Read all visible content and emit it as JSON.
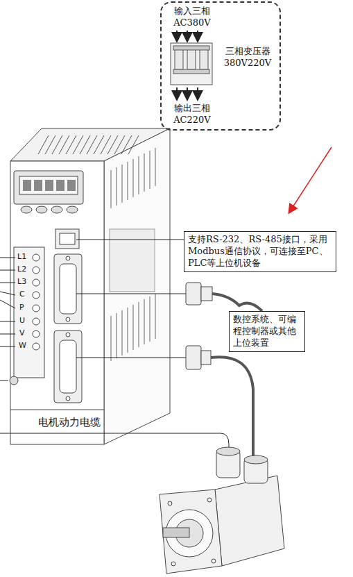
{
  "diagram": {
    "nodes": [
      {
        "text": [
          "输入三相 AC380V",
          "三相变压器 380V220V",
          "输出三相 AC220V"
        ]
      },
      {
        "text": [
          "支持RS-232、RS-485接口，采用Modbus通信协议，可连接至PC、PLC等上位机设备"
        ]
      },
      {
        "text": [
          "数控系统、可编程控制器或其他上位装置"
        ]
      }
    ],
    "labels": [
      "L1",
      "L2",
      "L3",
      "C",
      "P",
      "U",
      "V",
      "W",
      "电机动力电缆"
    ]
  }
}
